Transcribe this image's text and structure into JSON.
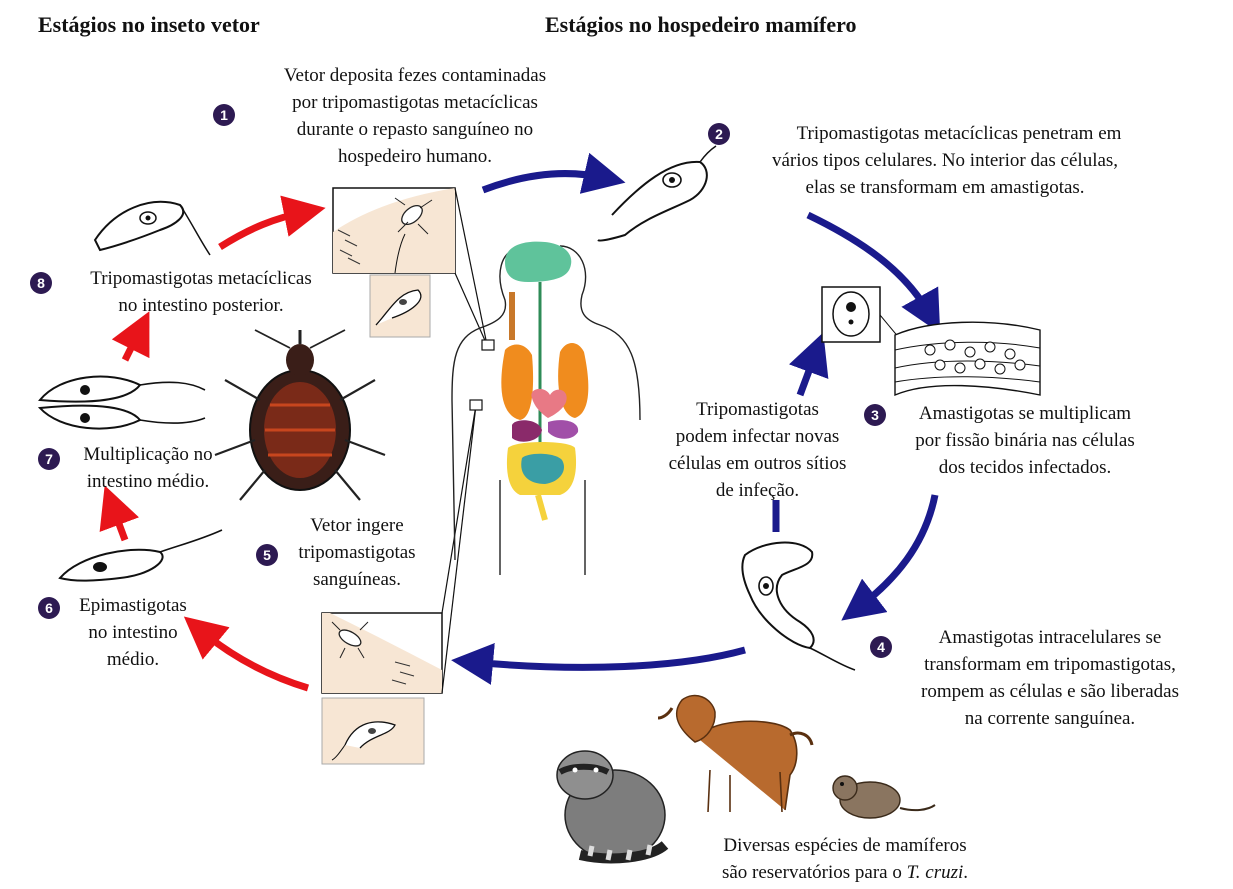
{
  "headers": {
    "vector": "Estágios no inseto vetor",
    "host": "Estágios no hospedeiro mamífero"
  },
  "steps": [
    {
      "number": "1",
      "lines": [
        "Vetor deposita fezes contaminadas",
        "por tripomastigotas metacíclicas",
        "durante o repasto sanguíneo no",
        "hospedeiro humano."
      ]
    },
    {
      "number": "2",
      "lines": [
        "Tripomastigotas metacíclicas penetram em",
        "vários tipos celulares. No interior das células,",
        "elas se transformam em amastigotas."
      ]
    },
    {
      "number": "3",
      "lines": [
        "Amastigotas se multiplicam",
        "por fissão binária nas células",
        "dos tecidos infectados."
      ]
    },
    {
      "number": "4",
      "lines": [
        "Amastigotas intracelulares se",
        "transformam em tripomastigotas,",
        "rompem as células e são liberadas",
        "na corrente sanguínea."
      ]
    },
    {
      "number": "5",
      "lines": [
        "Vetor ingere",
        "tripomastigotas",
        "sanguíneas."
      ]
    },
    {
      "number": "6",
      "lines": [
        "Epimastigotas",
        "no intestino",
        "médio."
      ]
    },
    {
      "number": "7",
      "lines": [
        "Multiplicação no",
        "intestino médio."
      ]
    },
    {
      "number": "8",
      "lines": [
        "Tripomastigotas metacíclicas",
        "no intestino posterior."
      ]
    }
  ],
  "reinfection": [
    "Tripomastigotas",
    "podem infectar novas",
    "células em outros sítios",
    "de infeção."
  ],
  "reservoirs": {
    "line1": "Diversas espécies de mamíferos",
    "line2_prefix": "são reservatórios para o ",
    "line2_italic": "T. cruzi",
    "line2_suffix": "."
  },
  "colors": {
    "host_arrow": "#1a1a8c",
    "vector_arrow": "#e8141a",
    "step_badge": "#2d1a52",
    "inset_fill": "#f7e6d4"
  }
}
